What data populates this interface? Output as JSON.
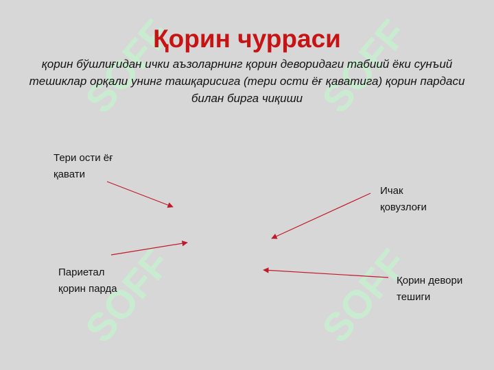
{
  "slide": {
    "title": "Қорин чурраси",
    "subtitle": "қорин бўшлиғидан ички аъзоларнинг қорин деворидаги табиий ёки сунъий тешиклар орқали унинг ташқарисига (тери ости ёғ қаватига) қорин пардаси билан бирга чиқиши",
    "labels": {
      "skin_fat_layer": "Тери ости ёғ\nқавати",
      "intestine_loop": "Ичак\nқовузлоғи",
      "parietal_peritoneum": "Париетал\nқорин парда",
      "abdominal_wall_opening": "Қорин девори\nтешиги"
    },
    "watermark": {
      "text": "SOFF",
      "icon": "soff-logo-icon",
      "color": "#c9ecd0"
    },
    "colors": {
      "title": "#c61414",
      "arrow": "#c0192a",
      "background": "#d7d7d7"
    }
  }
}
